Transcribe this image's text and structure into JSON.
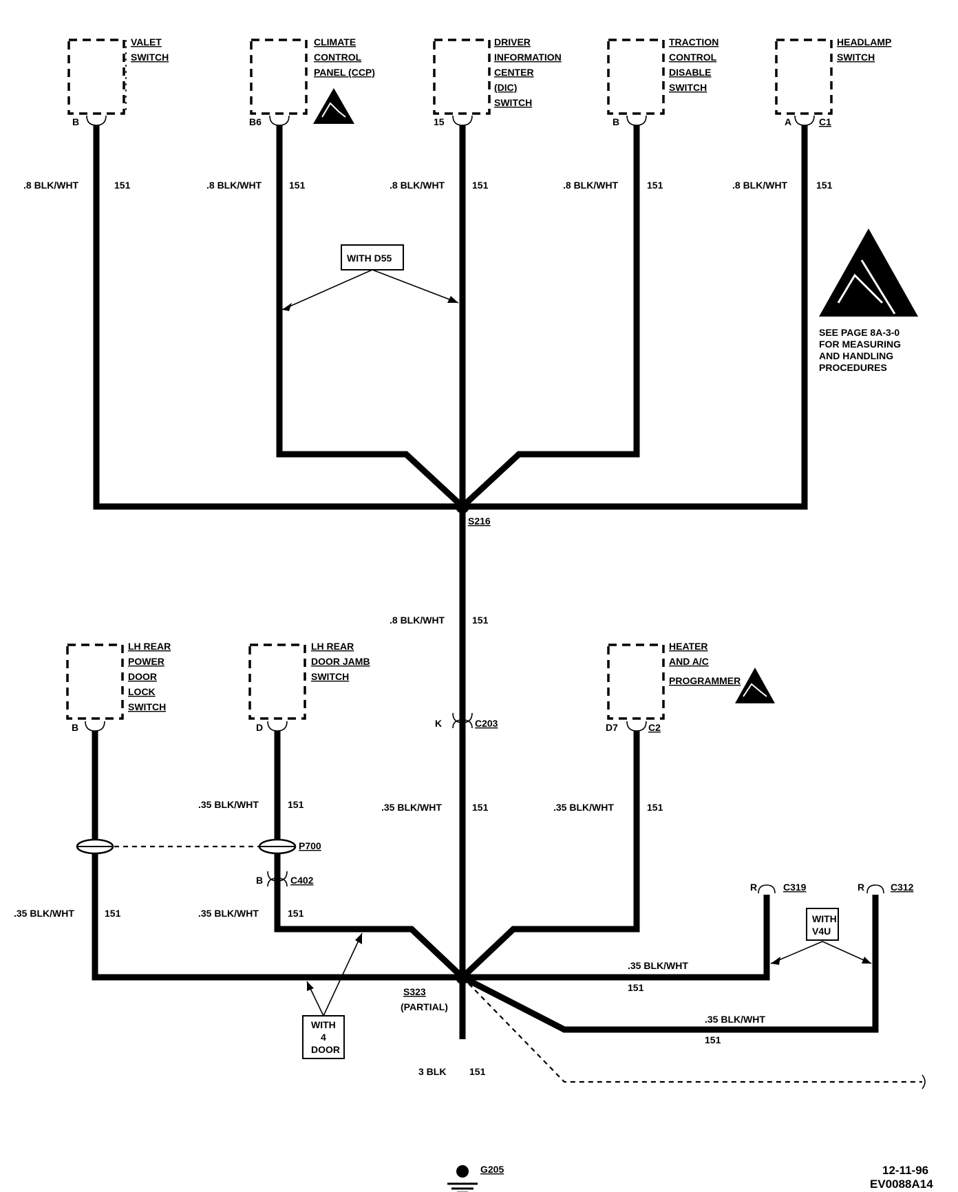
{
  "components": {
    "valet_switch": [
      "VALET",
      "SWITCH"
    ],
    "climate_control_panel": [
      "CLIMATE",
      "CONTROL",
      "PANEL (CCP)"
    ],
    "driver_information_center": [
      "DRIVER",
      "INFORMATION",
      "CENTER",
      "(DIC)",
      "SWITCH"
    ],
    "traction_control_disable": [
      "TRACTION",
      "CONTROL",
      "DISABLE",
      "SWITCH"
    ],
    "headlamp_switch": [
      "HEADLAMP",
      "SWITCH"
    ],
    "lh_rear_power_door_lock": [
      "LH REAR",
      "POWER",
      "DOOR",
      "LOCK",
      "SWITCH"
    ],
    "lh_rear_door_jamb": [
      "LH REAR",
      "DOOR JAMB",
      "SWITCH"
    ],
    "heater_ac_programmer": [
      "HEATER",
      "AND A/C",
      "PROGRAMMER"
    ]
  },
  "pins": {
    "valet": "B",
    "ccp": "B6",
    "dic": "15",
    "traction": "B",
    "headlamp": "A",
    "headlamp_conn": "C1",
    "lh_lock": "B",
    "lh_jamb": "D",
    "c203_pin": "K",
    "heater": "D7",
    "heater_conn": "C2",
    "c402_pin": "B",
    "c319_pin": "R",
    "c312_pin": "R"
  },
  "wires": {
    "w08": ".8 BLK/WHT",
    "w035": ".35 BLK/WHT",
    "w3": "3 BLK",
    "circuit": "151"
  },
  "splices": {
    "s216": "S216",
    "s323": "S323",
    "s323_note": "(PARTIAL)"
  },
  "connectors": {
    "c203": "C203",
    "c402": "C402",
    "p700": "P700",
    "c319": "C319",
    "c312": "C312",
    "g205": "G205"
  },
  "options": {
    "with_d55": "WITH D55",
    "with_v4u": [
      "WITH",
      "V4U"
    ],
    "with_4door": [
      "WITH",
      "4",
      "DOOR"
    ]
  },
  "esd_note": [
    "SEE PAGE 8A-3-0",
    "FOR MEASURING",
    "AND HANDLING",
    "PROCEDURES"
  ],
  "footer": {
    "date": "12-11-96",
    "code": "EV0088A14"
  }
}
